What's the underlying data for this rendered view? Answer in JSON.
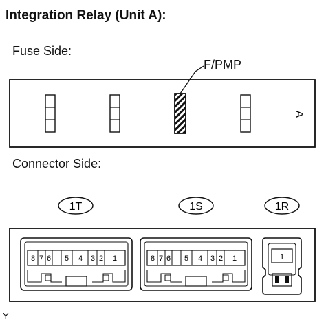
{
  "title": "Integration Relay (Unit A):",
  "fuse_side": {
    "label": "Fuse Side:",
    "callout": "F/PMP",
    "side_letter": "A"
  },
  "connector_side": {
    "label": "Connector Side:",
    "connectors": [
      {
        "id": "1T",
        "pins": [
          "8",
          "7",
          "6",
          "5",
          "4",
          "3",
          "2",
          "1"
        ]
      },
      {
        "id": "1S",
        "pins": [
          "8",
          "7",
          "6",
          "5",
          "4",
          "3",
          "2",
          "1"
        ]
      },
      {
        "id": "1R",
        "pins": [
          "1"
        ]
      }
    ]
  },
  "footnote": "Y"
}
